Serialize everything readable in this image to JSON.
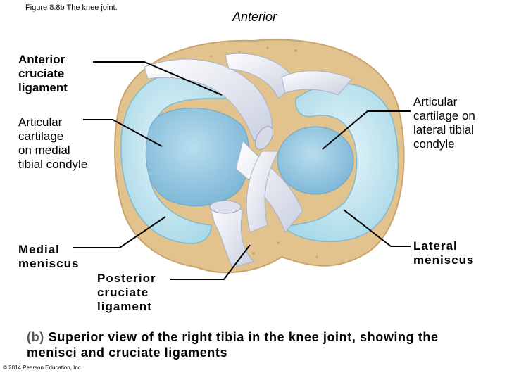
{
  "figure_title": "Figure 8.8b  The knee joint.",
  "orientation_label": "Anterior",
  "labels": {
    "anterior_cruciate_ligament": "Anterior\ncruciate\nligament",
    "articular_cartilage_medial": "Articular\ncartilage\non medial\ntibial condyle",
    "articular_cartilage_lateral": "Articular\ncartilage on\nlateral tibial\ncondyle",
    "medial_meniscus": "Medial\nmeniscus",
    "posterior_cruciate_ligament": "Posterior\ncruciate\nligament",
    "lateral_meniscus": "Lateral\nmeniscus"
  },
  "caption": {
    "tag": "(b)",
    "text": "Superior view of the right tibia in the knee joint, showing the menisci and cruciate ligaments"
  },
  "copyright": "© 2014 Pearson Education, Inc.",
  "colors": {
    "bone": "#e2c38e",
    "meniscus": "#b9e3ee",
    "cartilage": "#8ec6e2",
    "ligament": "#eef0f6",
    "leader_line": "#000000"
  }
}
